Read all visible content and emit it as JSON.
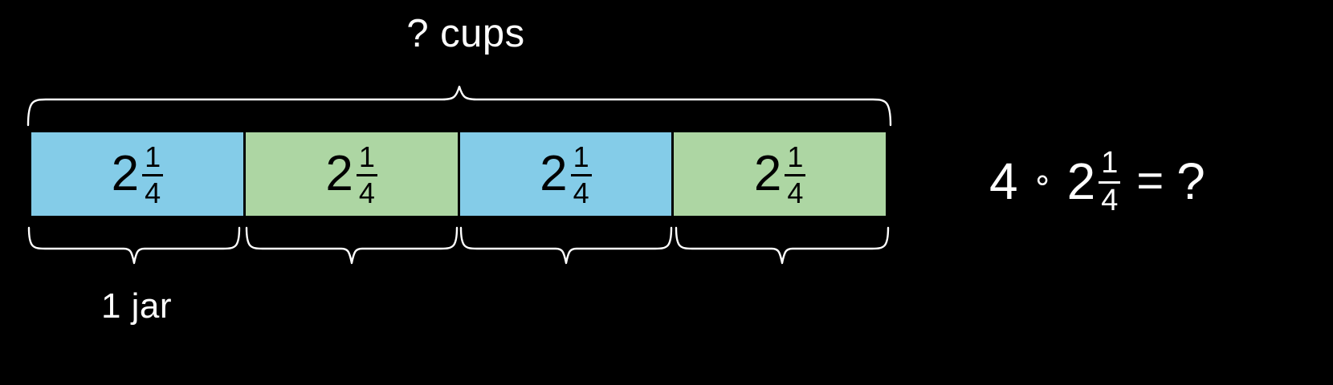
{
  "diagram": {
    "type": "tape-diagram",
    "background_color": "#000000",
    "top_label": "? cups",
    "bottom_label": "1 jar",
    "bar_colors": {
      "blue": "#84cce8",
      "green": "#add6a3"
    },
    "segments": [
      {
        "whole": "2",
        "numerator": "1",
        "denominator": "4",
        "color": "blue"
      },
      {
        "whole": "2",
        "numerator": "1",
        "denominator": "4",
        "color": "green"
      },
      {
        "whole": "2",
        "numerator": "1",
        "denominator": "4",
        "color": "blue"
      },
      {
        "whole": "2",
        "numerator": "1",
        "denominator": "4",
        "color": "green"
      }
    ]
  },
  "equation": {
    "factor": "4",
    "operator": "∘",
    "mixed": {
      "whole": "2",
      "numerator": "1",
      "denominator": "4"
    },
    "equals": "=",
    "result": "?"
  }
}
